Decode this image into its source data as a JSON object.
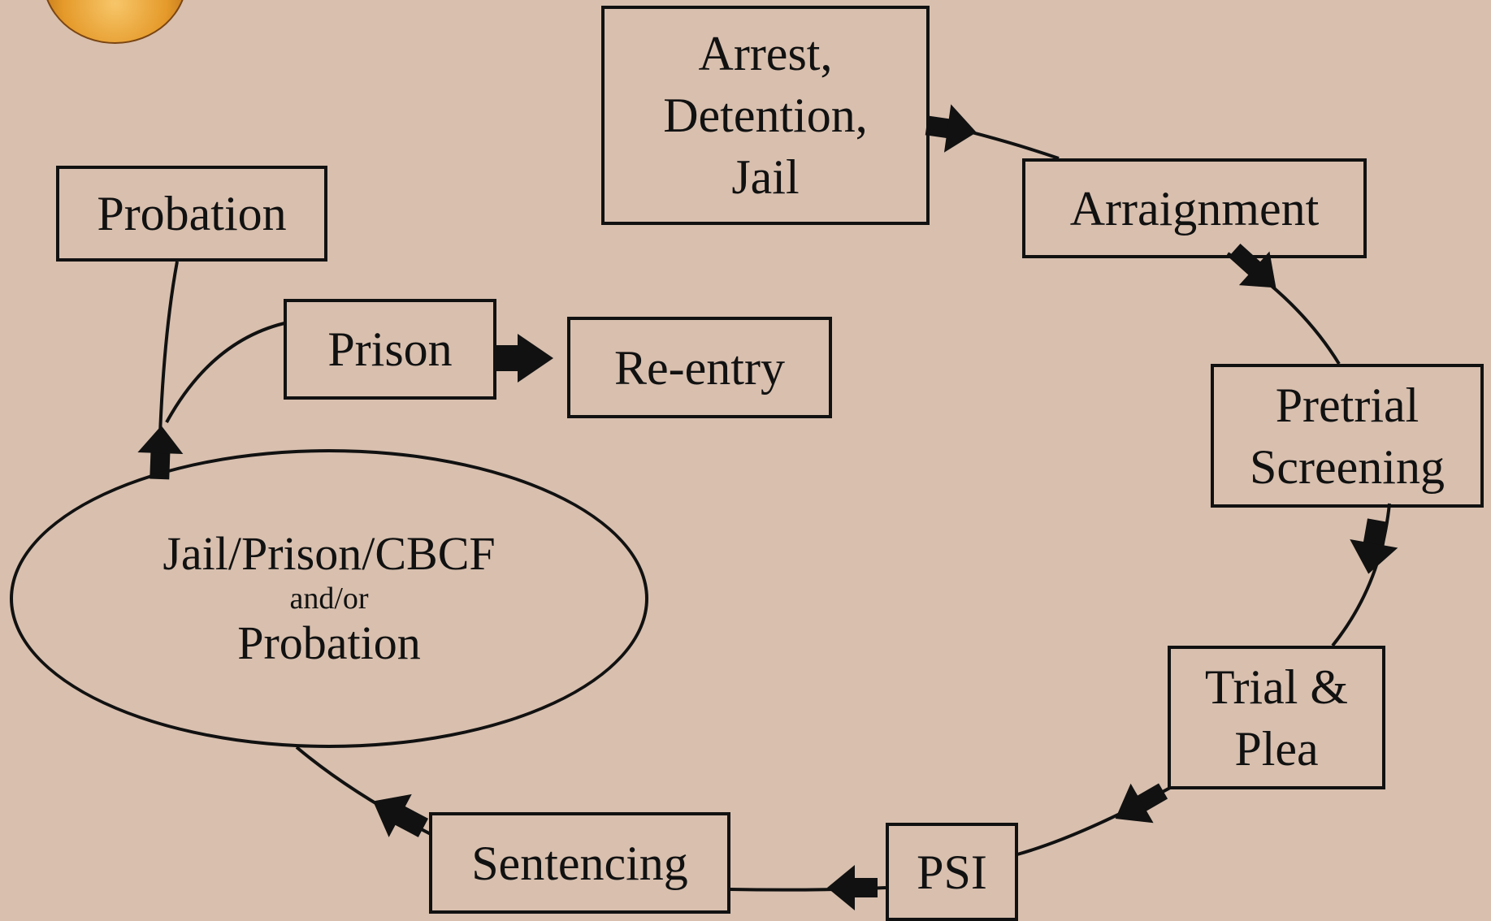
{
  "diagram": {
    "nodes": {
      "arrest": [
        "Arrest,",
        "Detention,",
        "Jail"
      ],
      "arraignment": [
        "Arraignment"
      ],
      "pretrial": [
        "Pretrial",
        "Screening"
      ],
      "trial": [
        "Trial &",
        "Plea"
      ],
      "psi": [
        "PSI"
      ],
      "sentencing": [
        "Sentencing"
      ],
      "outcome": {
        "line1": "Jail/Prison/CBCF",
        "line2": "and/or",
        "line3": "Probation"
      },
      "probation": [
        "Probation"
      ],
      "prison": [
        "Prison"
      ],
      "reentry": [
        "Re-entry"
      ]
    },
    "colors": {
      "background": "#d8bfae",
      "ink": "#111111",
      "logo": "#e59a2a"
    },
    "logo_icon": "seal-logo"
  }
}
